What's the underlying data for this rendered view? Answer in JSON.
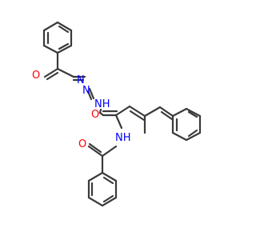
{
  "colors": {
    "background": "#ffffff",
    "bond": "#3a3a3a",
    "oxygen": "#ff0000",
    "nitrogen": "#0000ff"
  },
  "atoms": [
    {
      "id": "O1",
      "element": "O",
      "text": "O"
    },
    {
      "id": "N1",
      "element": "N",
      "text": "N"
    },
    {
      "id": "N2",
      "element": "N",
      "text": "N"
    },
    {
      "id": "NH1",
      "element": "N",
      "text": "NH"
    },
    {
      "id": "O2",
      "element": "O",
      "text": "O"
    },
    {
      "id": "NH2",
      "element": "N",
      "text": "NH"
    },
    {
      "id": "O3",
      "element": "O",
      "text": "O"
    }
  ]
}
